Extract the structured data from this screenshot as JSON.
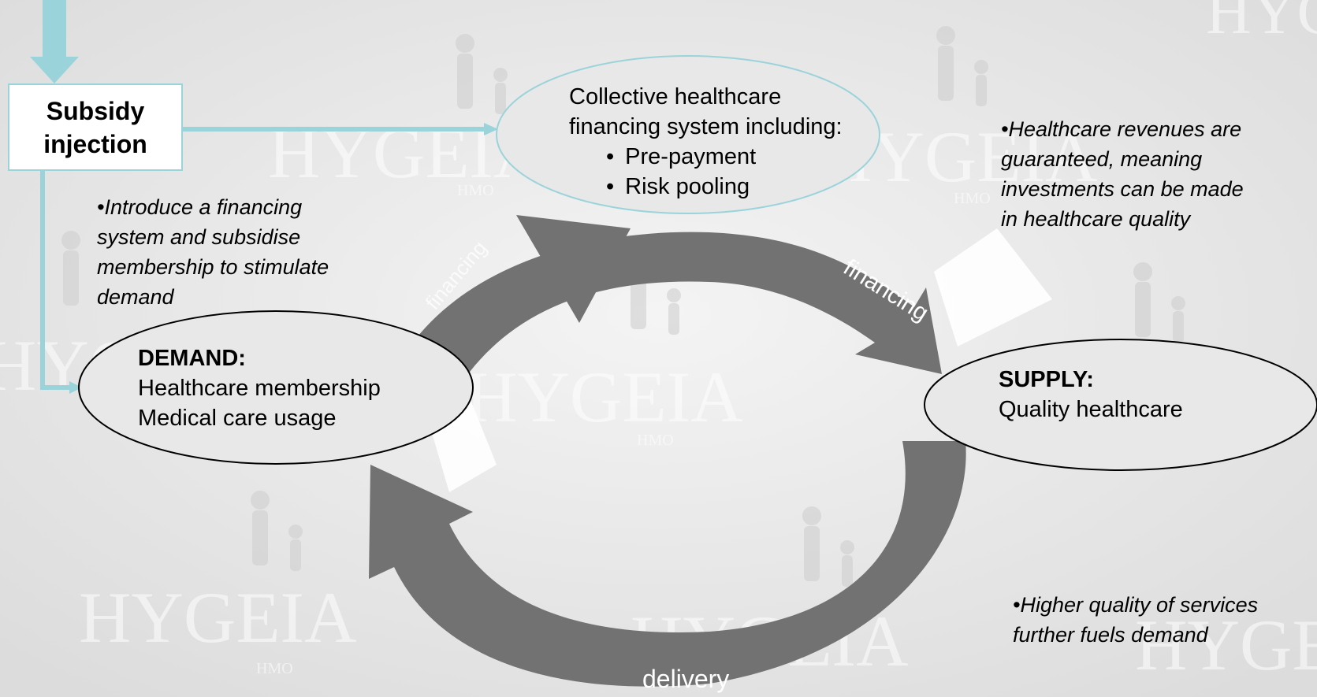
{
  "watermark": {
    "text": "HYGEIA",
    "subtext": "HMO"
  },
  "subsidy": {
    "line1": "Subsidy",
    "line2": "injection"
  },
  "collective": {
    "line1": "Collective healthcare",
    "line2": "financing system including:",
    "items": [
      "Pre-payment",
      "Risk pooling"
    ]
  },
  "demand": {
    "title": "DEMAND:",
    "line1": "Healthcare membership",
    "line2": "Medical care usage"
  },
  "supply": {
    "title": "SUPPLY:",
    "line1": "Quality healthcare"
  },
  "notes": {
    "introduce": [
      "•Introduce a financing",
      "system and subsidise",
      "membership to stimulate",
      "demand"
    ],
    "revenues": [
      "•Healthcare revenues are",
      "guaranteed, meaning",
      "investments can be  made",
      "in healthcare quality"
    ],
    "quality": [
      "•Higher quality of services",
      "further fuels demand"
    ]
  },
  "arrow_labels": {
    "financing": "financing",
    "financing_faint": "financing",
    "delivery": "delivery"
  },
  "colors": {
    "cycle_arrow": "#727272",
    "accent": "#9bd3da",
    "ellipse_fill": "#e8e8e8"
  }
}
